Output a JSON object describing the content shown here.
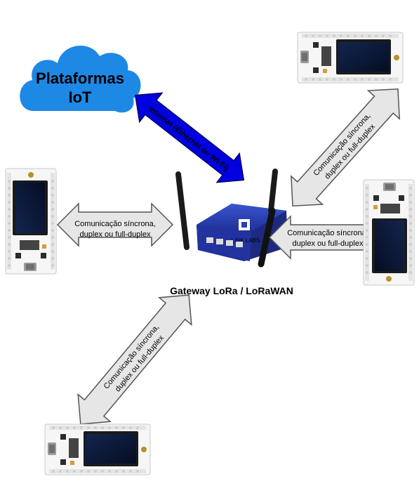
{
  "cloud": {
    "line1": "Plataformas",
    "line2": "IoT",
    "fill": "#1e88e5"
  },
  "internet_arrow": {
    "label": "Internet (Ethernet ou Wi-Fi)",
    "fill": "#0000e0"
  },
  "gateway": {
    "label": "Gateway LoRa / LoRaWAN",
    "brand": "LINK LABS",
    "body_color": "#2a3fb0"
  },
  "links": {
    "left": {
      "line1": "Comunicação síncrona,",
      "line2": "duplex ou full-duplex"
    },
    "right": {
      "line1": "Comunicação síncrona,",
      "line2": "duplex ou full-duplex"
    },
    "top_right": {
      "line1": "Comunicação síncrona,",
      "line2": "duplex ou full-duplex"
    },
    "bottom_left": {
      "line1": "Comunicação síncrona,",
      "line2": "duplex ou full-duplex"
    },
    "arrow_fill": "#e6e6e6",
    "arrow_stroke": "#555555"
  },
  "devices": {
    "board_color": "#f4f4f4",
    "screen_color": "#0b1a3a"
  }
}
